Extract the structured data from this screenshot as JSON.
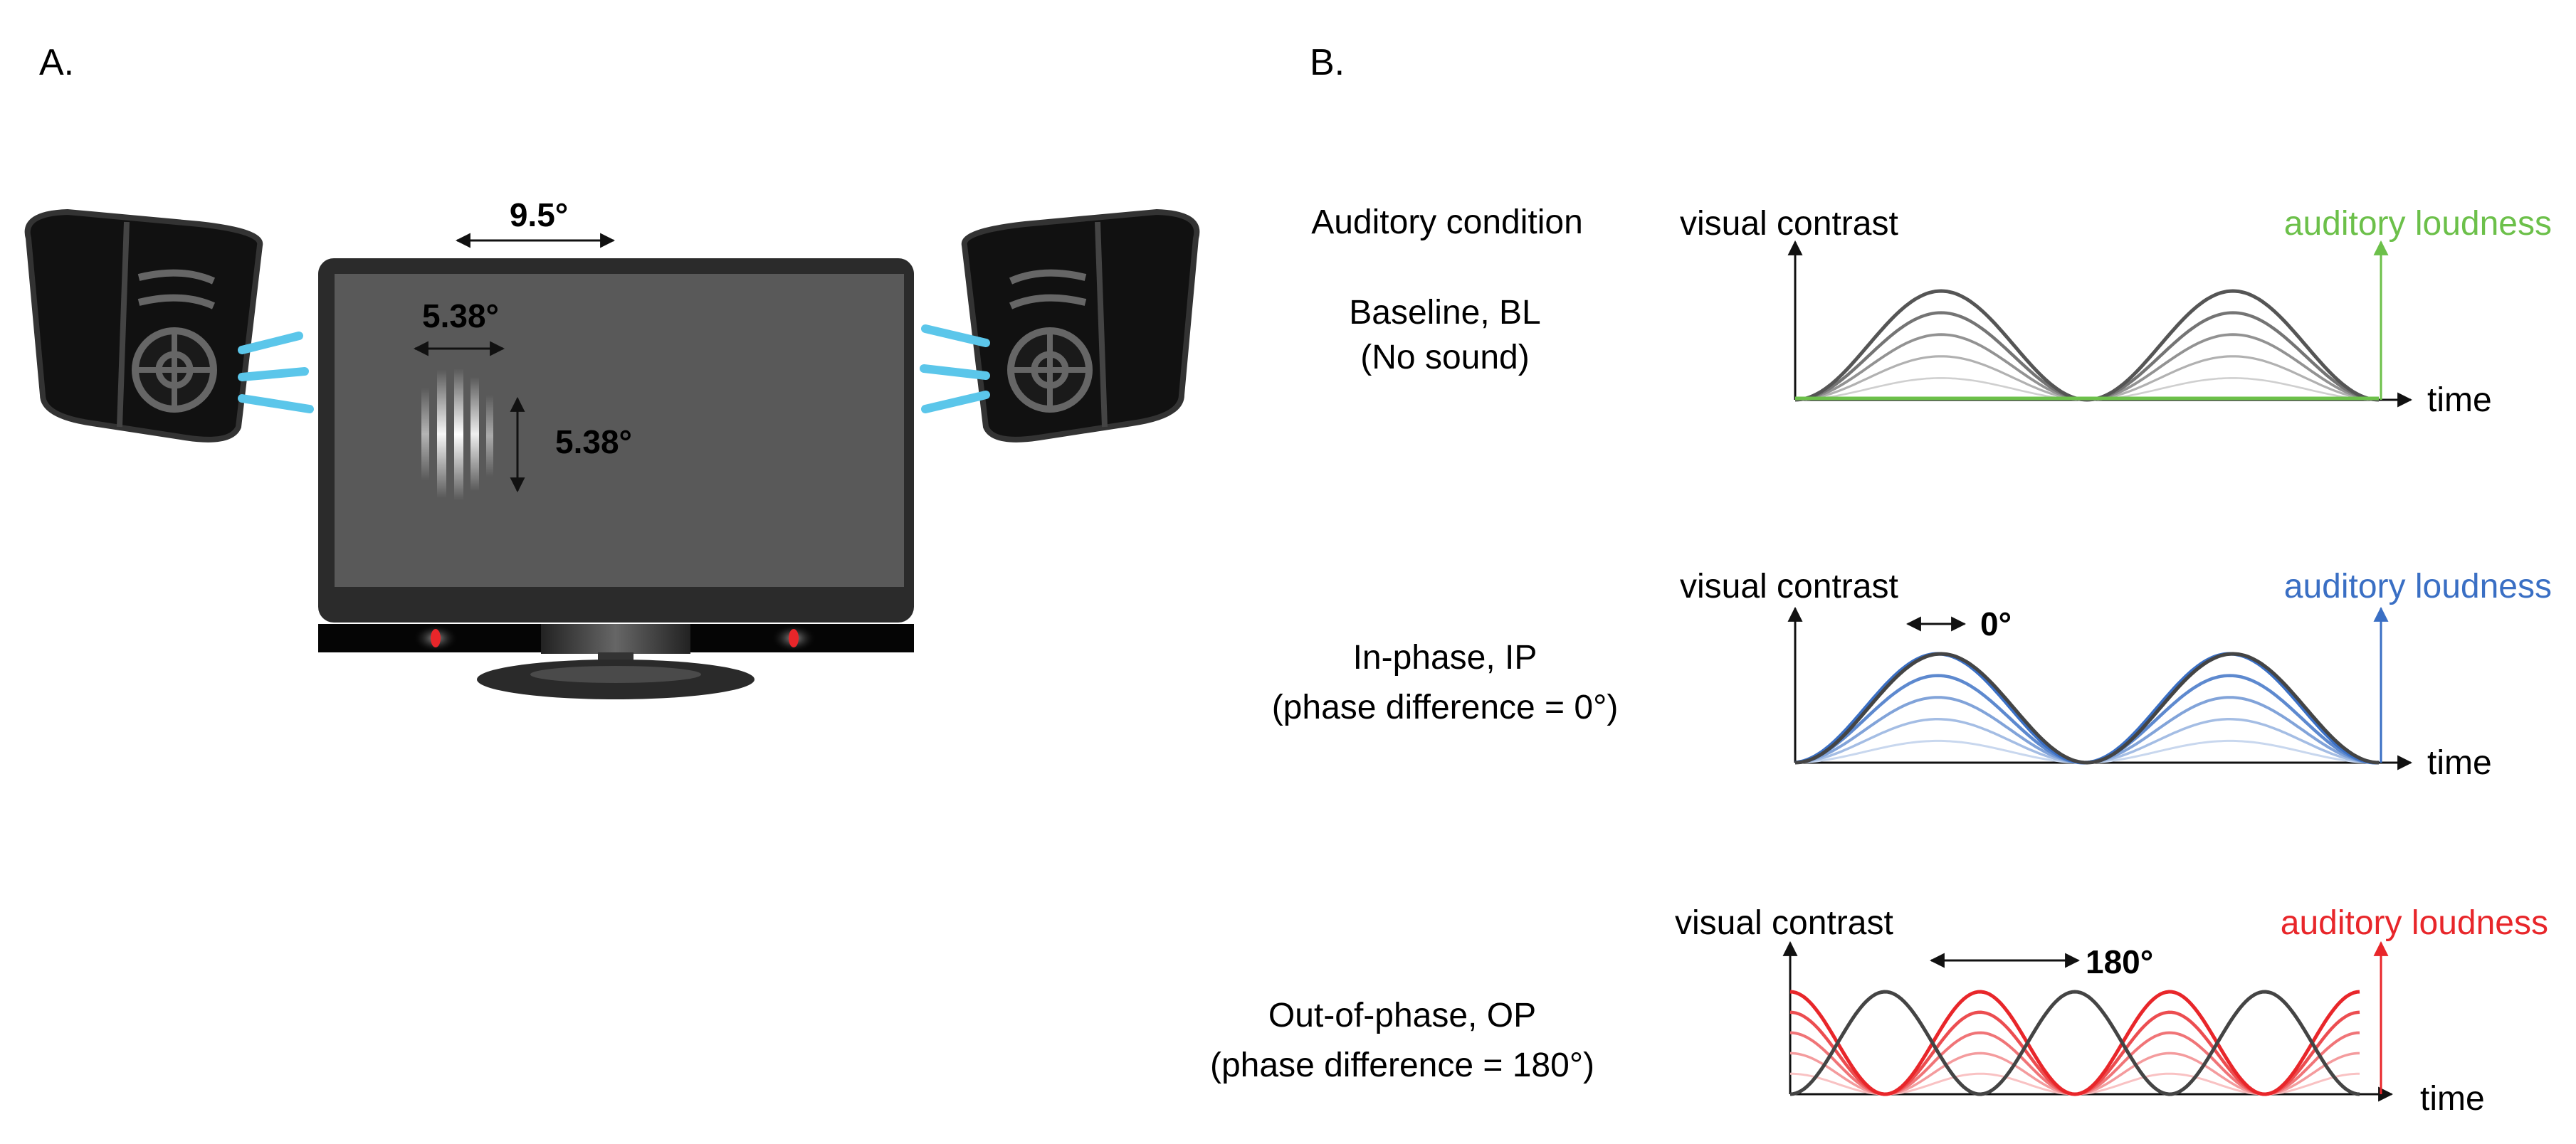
{
  "panel_a": {
    "label": "A.",
    "screen_width": "9.5°",
    "stim_width": "5.38°",
    "stim_height": "5.38°"
  },
  "panel_b": {
    "label": "B.",
    "header": "Auditory condition",
    "y_axis_label": "visual contrast",
    "x_axis_label": "time",
    "rows": [
      {
        "name": "Baseline, BL",
        "detail": "(No sound)",
        "aux_label": "auditory loudness",
        "aux_color": "#6cc04a",
        "phase_label": "",
        "phase_deg": null
      },
      {
        "name": "In-phase, IP",
        "detail": "(phase difference = 0°)",
        "aux_label": "auditory loudness",
        "aux_color": "#3a6fc4",
        "phase_label": "0°",
        "phase_deg": 0
      },
      {
        "name": "Out-of-phase, OP",
        "detail": "(phase difference = 180°)",
        "aux_label": "auditory loudness",
        "aux_color": "#e8262a",
        "phase_label": "180°",
        "phase_deg": 180
      }
    ],
    "curve_levels": [
      1.0,
      0.8,
      0.6,
      0.4,
      0.2
    ],
    "visual_color": "#555555",
    "speaker_wave_color": "#5bc6ea",
    "led_color": "#e8262a"
  }
}
